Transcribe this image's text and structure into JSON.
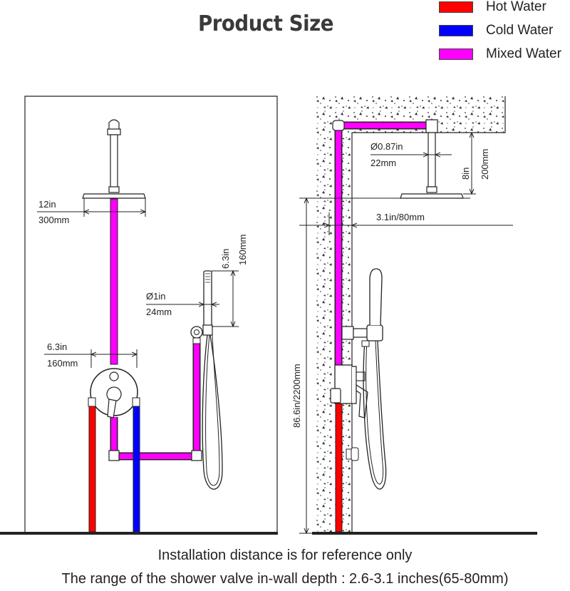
{
  "title": "Product Size",
  "legend": [
    {
      "label": "Hot Water",
      "color": "#ff0000"
    },
    {
      "label": "Cold Water",
      "color": "#0000ff"
    },
    {
      "label": "Mixed Water",
      "color": "#ff00ff"
    }
  ],
  "front_view": {
    "shower_head_width_in": "12in",
    "shower_head_width_mm": "300mm",
    "handheld_diameter_in": "Ø1in",
    "handheld_diameter_mm": "24mm",
    "handheld_height_in": "6.3in",
    "handheld_height_mm": "160mm",
    "valve_width_in": "6.3in",
    "valve_width_mm": "160mm"
  },
  "side_view": {
    "arm_diameter_in": "Ø0.87in",
    "arm_diameter_mm": "22mm",
    "arm_drop_in": "8in",
    "arm_drop_mm": "200mm",
    "head_offset": "3.1in/80mm",
    "total_height": "86.6in/2200mm"
  },
  "footer": {
    "line1": "Installation distance is for reference only",
    "line2": "The range of the shower valve in-wall depth : 2.6-3.1 inches(65-80mm)"
  }
}
